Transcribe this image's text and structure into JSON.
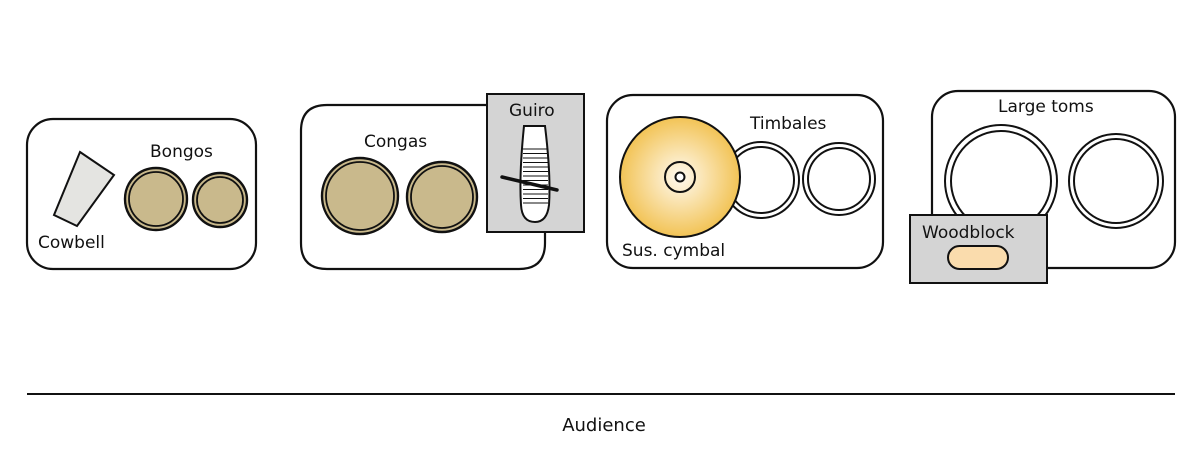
{
  "title": "Percussion stage layout",
  "audience_label": "Audience",
  "colors": {
    "outline": "#111111",
    "drum_skin": "#c9b98c",
    "cowbell_fill": "#e4e4e1",
    "accessory_box": "#d4d4d4",
    "cymbal_center": "#fffaf0",
    "cymbal_edge": "#f2c355",
    "woodblock_fill": "#fadcad",
    "group_fill": "#ffffff"
  },
  "groups": [
    {
      "id": "bongos-cowbell",
      "instruments": [
        {
          "id": "cowbell",
          "label": "Cowbell",
          "kind": "cowbell"
        },
        {
          "id": "bongo-large",
          "label": "Bongos",
          "kind": "skin-drum"
        },
        {
          "id": "bongo-small",
          "label": "",
          "kind": "skin-drum"
        }
      ]
    },
    {
      "id": "congas-guiro",
      "instruments": [
        {
          "id": "conga-large",
          "label": "Congas",
          "kind": "skin-drum"
        },
        {
          "id": "conga-small",
          "label": "",
          "kind": "skin-drum"
        },
        {
          "id": "guiro",
          "label": "Guiro",
          "kind": "guiro"
        }
      ]
    },
    {
      "id": "cymbal-timbales",
      "instruments": [
        {
          "id": "suspended-cymbal",
          "label": "Sus. cymbal",
          "kind": "cymbal"
        },
        {
          "id": "timbale-large",
          "label": "Timbales",
          "kind": "ring-drum"
        },
        {
          "id": "timbale-small",
          "label": "",
          "kind": "ring-drum"
        }
      ]
    },
    {
      "id": "toms-woodblock",
      "instruments": [
        {
          "id": "tom-large",
          "label": "Large toms",
          "kind": "ring-drum"
        },
        {
          "id": "tom-small",
          "label": "",
          "kind": "ring-drum"
        },
        {
          "id": "woodblock",
          "label": "Woodblock",
          "kind": "woodblock"
        }
      ]
    }
  ]
}
